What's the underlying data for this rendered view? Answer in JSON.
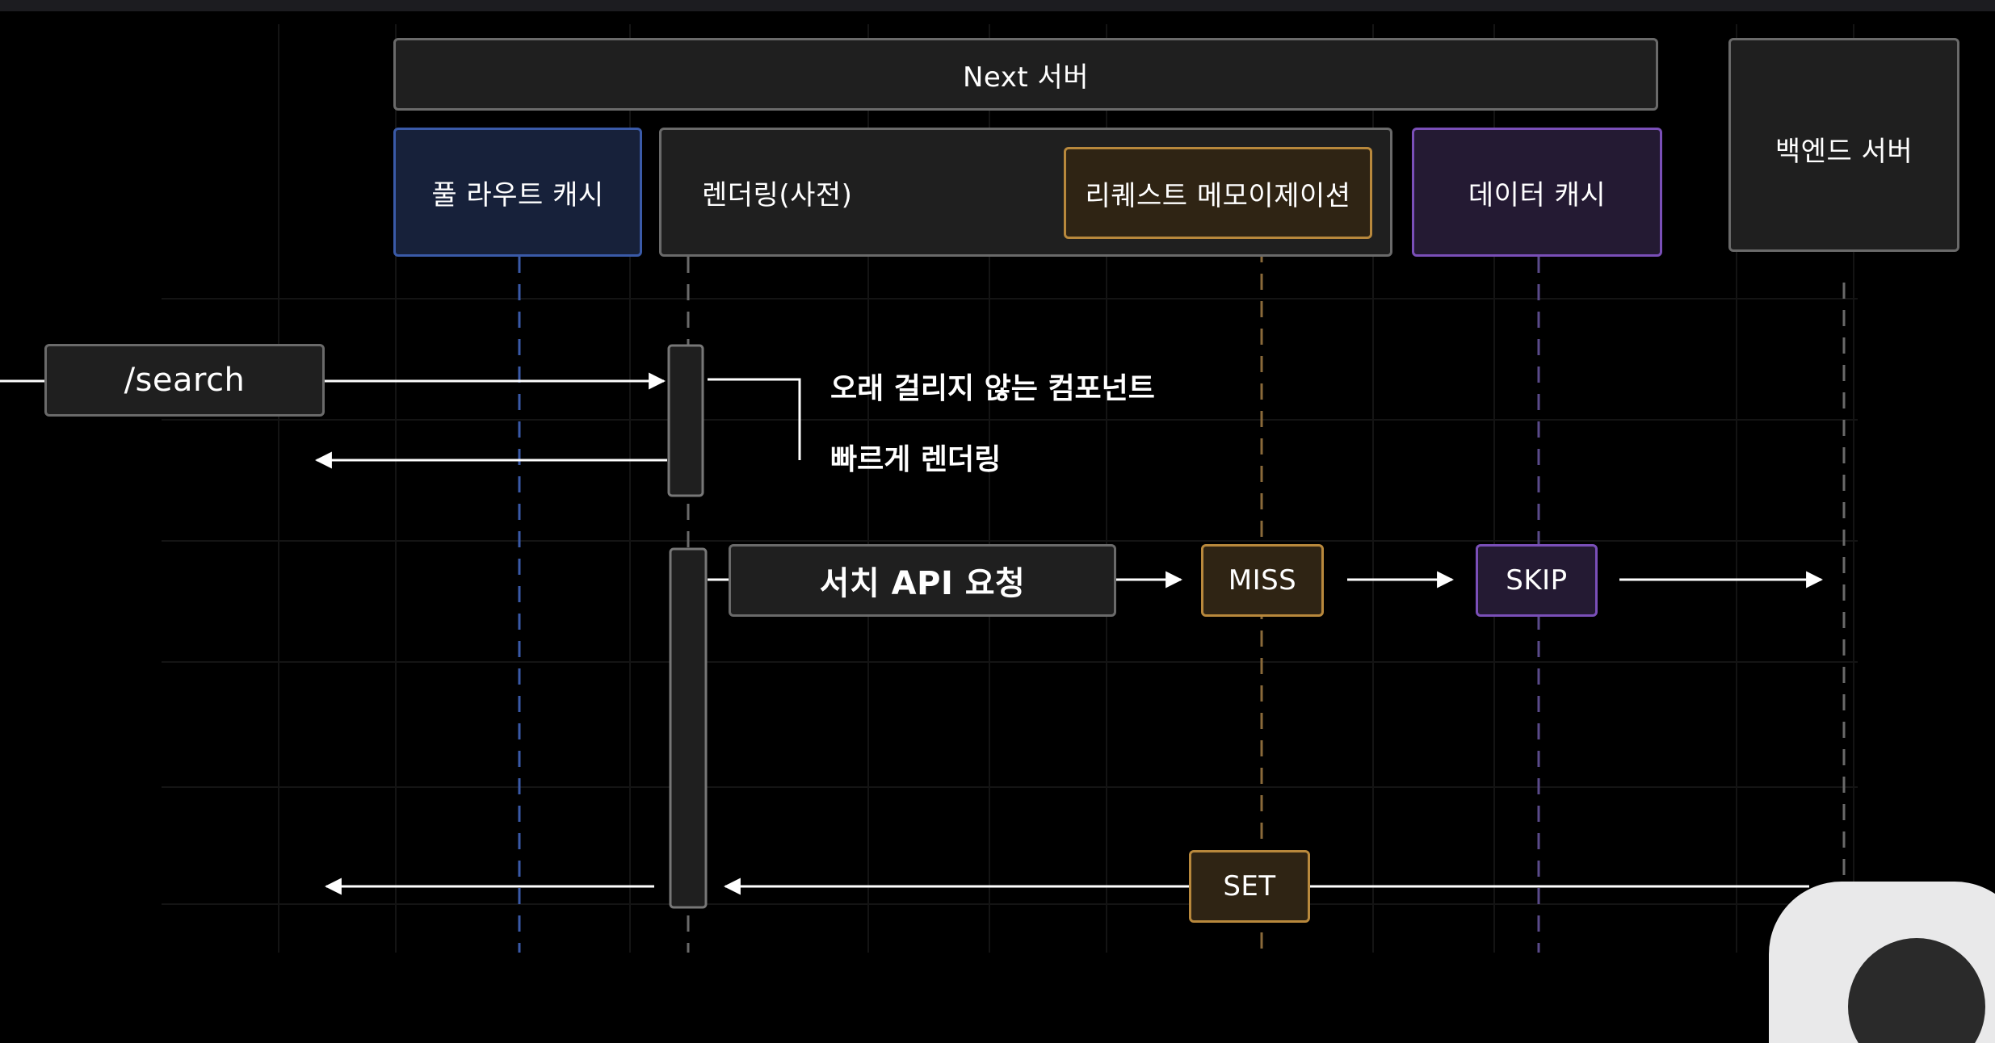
{
  "header": {
    "next_server": "Next 서버"
  },
  "columns": {
    "full_route_cache": "풀 라우트 캐시",
    "rendering": "렌더링(사전)",
    "request_memoization": "리퀘스트 메모이제이션",
    "data_cache": "데이터 캐시",
    "backend_server": "백엔드 서버"
  },
  "flow": {
    "search_request": "/search",
    "note_line1": "오래 걸리지 않는 컴포넌트",
    "note_line2": "빠르게 렌더링",
    "api_request": "서치 API 요청",
    "miss": "MISS",
    "skip": "SKIP",
    "set": "SET"
  },
  "colors": {
    "background": "#000000",
    "full_route_cache_border": "#3a5aa8",
    "full_route_cache_fill": "#17213a",
    "memoization_border": "#b8883c",
    "memoization_fill": "#2f2414",
    "data_cache_border": "#7a4fb8",
    "data_cache_fill": "#241a33",
    "neutral_border": "#6a6a6a",
    "neutral_fill": "#1f1f1f"
  }
}
